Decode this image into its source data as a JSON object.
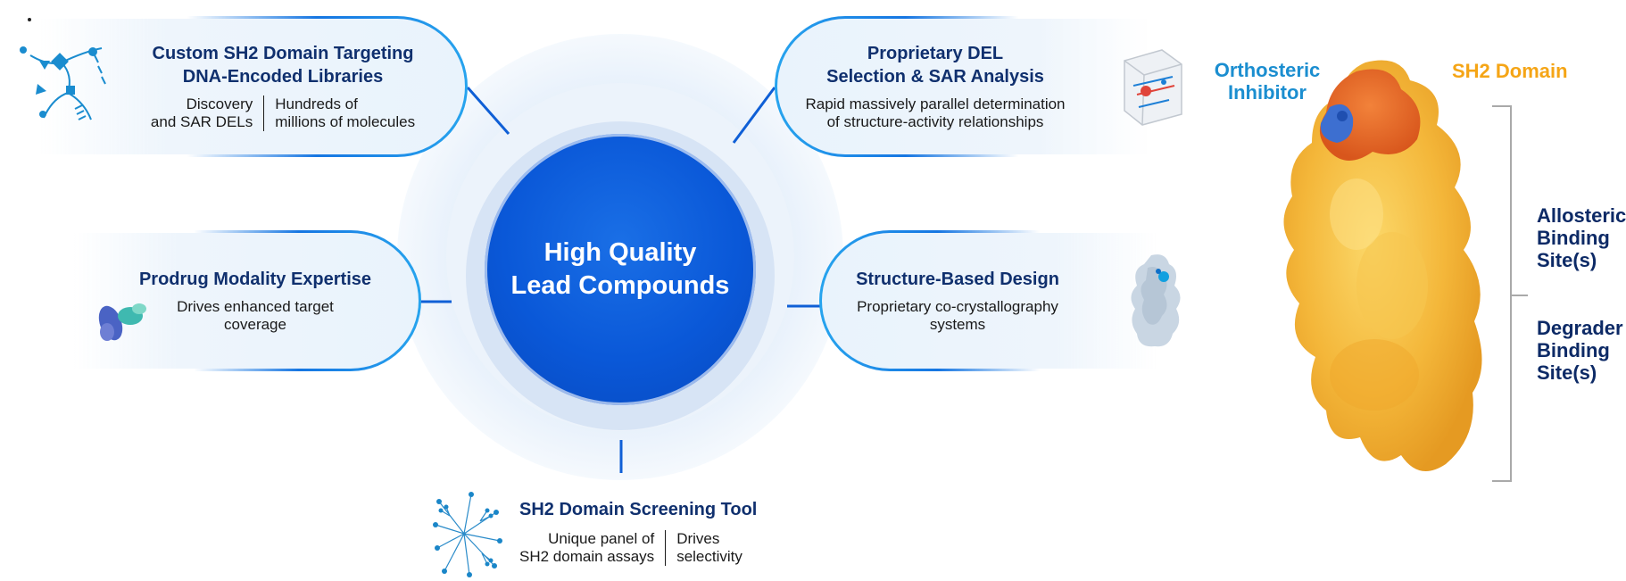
{
  "center": {
    "line1": "High Quality",
    "line2": "Lead Compounds"
  },
  "cards": {
    "custom_del": {
      "title_line1": "Custom SH2 Domain Targeting",
      "title_line2": "DNA-Encoded Libraries",
      "left_line1": "Discovery",
      "left_line2": "and SAR DELs",
      "right_line1": "Hundreds of",
      "right_line2": "millions of molecules",
      "icon": "dna-library-icon"
    },
    "proprietary_del": {
      "title_line1": "Proprietary DEL",
      "title_line2": "Selection & SAR Analysis",
      "body_line1": "Rapid massively parallel determination",
      "body_line2": "of structure-activity relationships",
      "icon": "selection-cube-icon"
    },
    "prodrug": {
      "title": "Prodrug Modality Expertise",
      "body_line1": "Drives enhanced target",
      "body_line2": "coverage",
      "icon": "prodrug-molecule-icon"
    },
    "structure": {
      "title": "Structure-Based Design",
      "body_line1": "Proprietary co-crystallography",
      "body_line2": "systems",
      "icon": "protein-crystal-icon"
    },
    "screening": {
      "title": "SH2 Domain Screening Tool",
      "left_line1": "Unique panel of",
      "left_line2": "SH2 domain assays",
      "right_line1": "Drives",
      "right_line2": "selectivity",
      "icon": "kinome-tree-icon"
    }
  },
  "protein_panel": {
    "orthosteric_line1": "Orthosteric",
    "orthosteric_line2": "Inhibitor",
    "sh2_domain": "SH2 Domain",
    "allosteric_line1": "Allosteric",
    "allosteric_line2": "Binding",
    "allosteric_line3": "Site(s)",
    "degrader_line1": "Degrader",
    "degrader_line2": "Binding",
    "degrader_line3": "Site(s)",
    "image": "protein-surface-rendering"
  },
  "colors": {
    "primary_blue": "#0a58d8",
    "navy_text": "#10306e",
    "accent_cyan": "#1b8ed0",
    "accent_orange": "#f5a516"
  }
}
